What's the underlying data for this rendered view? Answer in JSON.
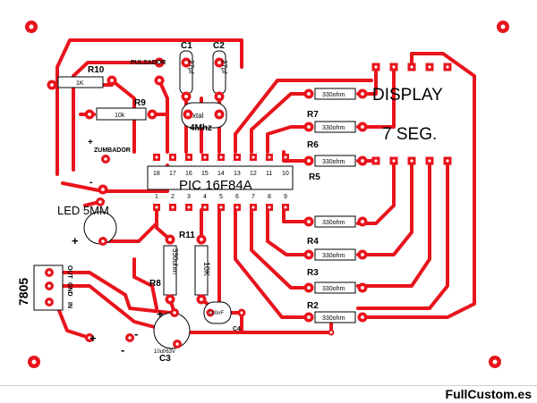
{
  "labels": {
    "r10": "R10",
    "r10_val": "1K",
    "pulsador": "PULSADOR",
    "r9": "R9",
    "r9_val": "10k",
    "c1": "C1",
    "c2": "C2",
    "c1_val": "27pf",
    "c2_val": "27pf",
    "xtal": "xtal",
    "xtal_freq": "4Mhz",
    "display": "DISPLAY",
    "seg": "7 SEG.",
    "r7": "R7",
    "r6": "R6",
    "r5": "R5",
    "r4": "R4",
    "r3": "R3",
    "r2": "R2",
    "r_val": "330ohm",
    "zumbador": "ZUMBADOR",
    "zumbador_plus": "+",
    "chip": "PIC 16F84A",
    "led": "LED 5MM",
    "led_minus": "-",
    "led_plus": "+",
    "r11": "R11",
    "r8": "R8",
    "r8_val": "330ohm",
    "r11_val": "10K",
    "c3": "C3",
    "c3_val": "10uf/63V",
    "c3_plus": "+",
    "c3_minus": "-",
    "c4": "C4",
    "c4_val": "100nF",
    "reg": "7805",
    "reg_in": "IN",
    "reg_gnd": "GND",
    "reg_out": "OUT",
    "pwr_plus": "+",
    "pwr_minus": "-"
  },
  "pins_top": [
    "18",
    "17",
    "16",
    "15",
    "14",
    "13",
    "12",
    "11",
    "10"
  ],
  "pins_bottom": [
    "1",
    "2",
    "3",
    "4",
    "5",
    "6",
    "7",
    "8",
    "9"
  ],
  "brand": "FullCustom.es",
  "colors": {
    "copper": "#e8141c",
    "background": "#ffffff"
  }
}
